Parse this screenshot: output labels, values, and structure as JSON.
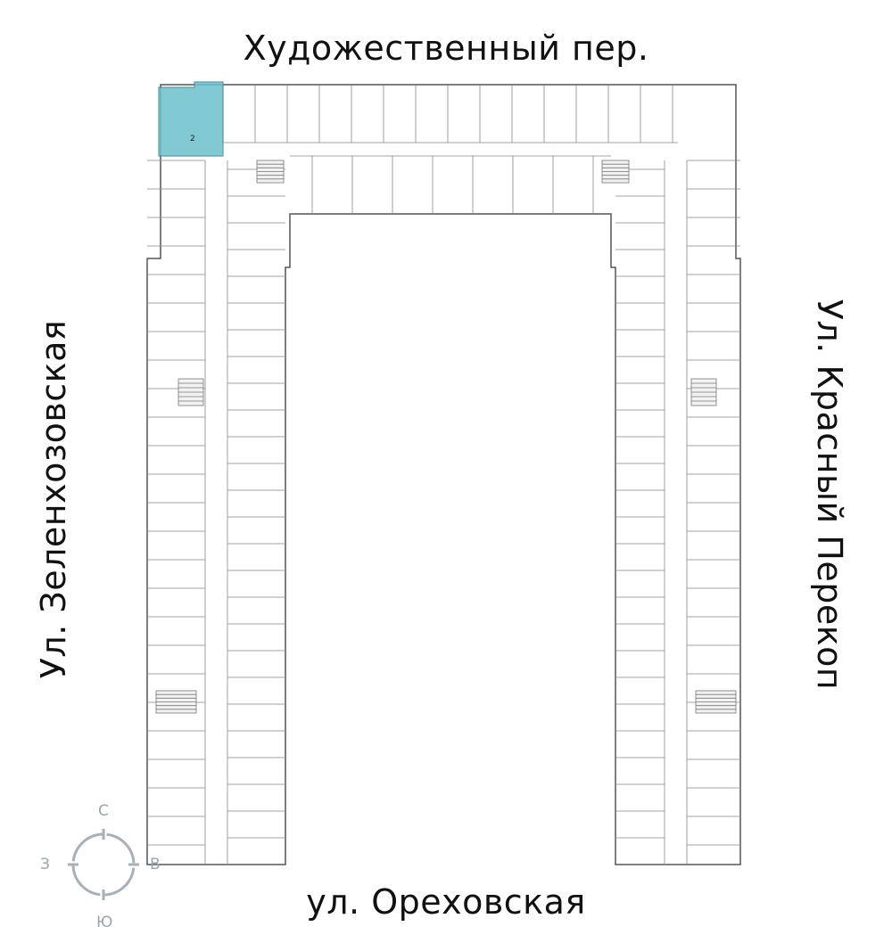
{
  "streets": {
    "north": "Художественный пер.",
    "south": "ул. Ореховская",
    "west": "Ул. Зеленхозовская",
    "east": "Ул. Красный Перекоп"
  },
  "compass": {
    "north": "С",
    "east": "В",
    "south": "Ю",
    "west": "З"
  },
  "selected_apartment": {
    "rooms_label": "2",
    "highlight_color": "#6cc0cc"
  },
  "colors": {
    "wall": "#666666",
    "compass": "#a4b0ba"
  }
}
